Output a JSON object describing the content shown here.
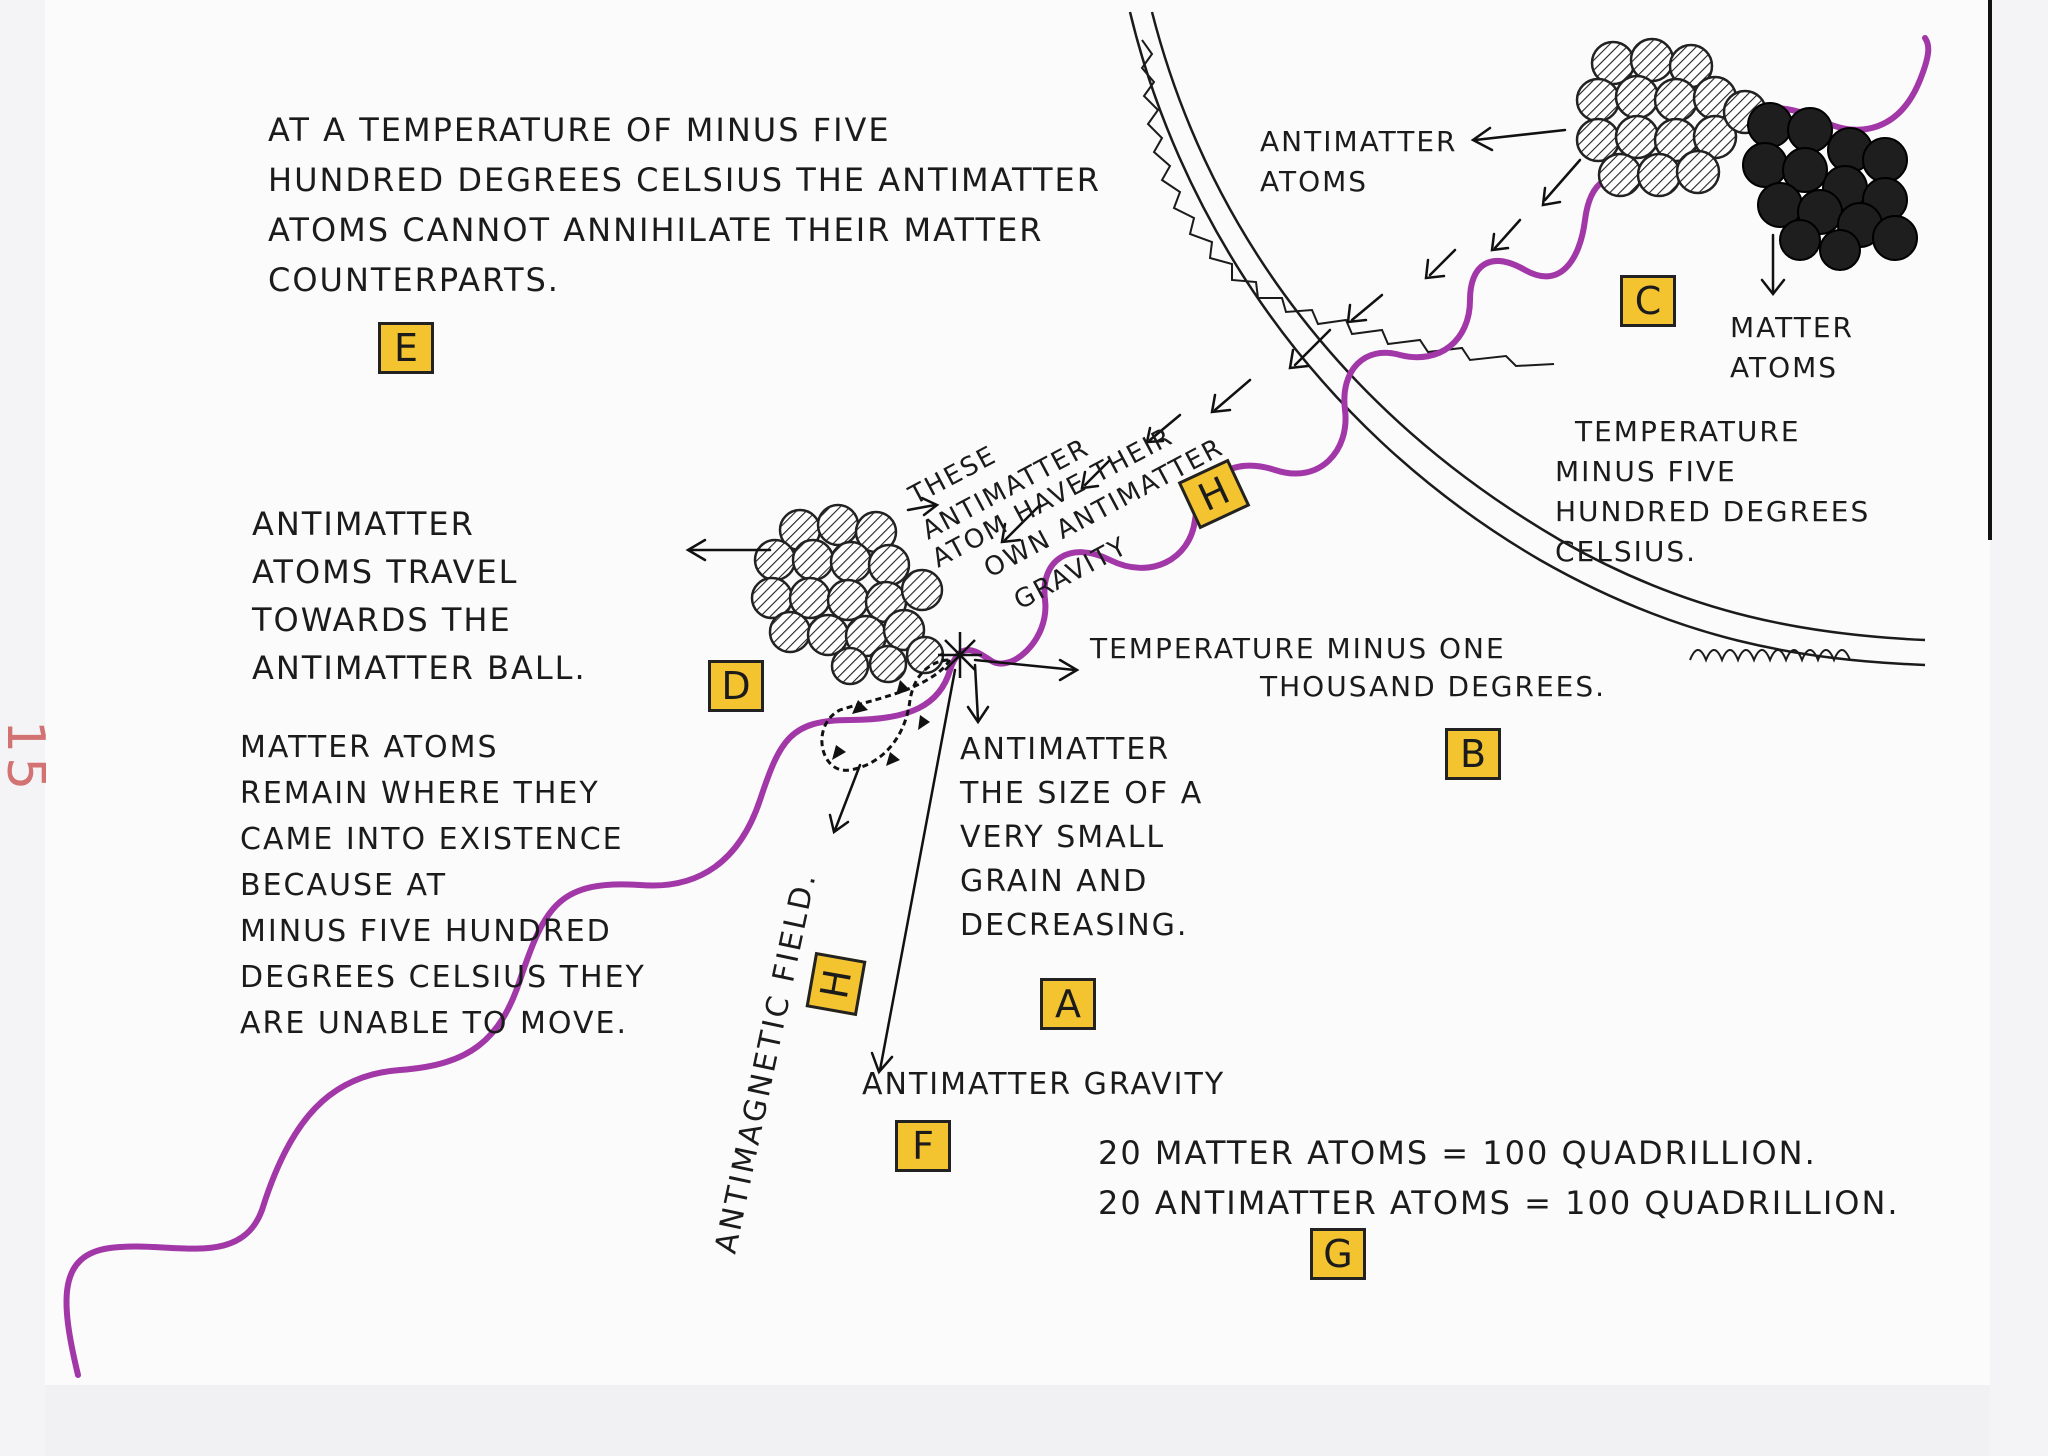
{
  "page_number": "15",
  "texts": {
    "e_caption": [
      "AT A TEMPERATURE OF MINUS FIVE",
      "HUNDRED DEGREES CELSIUS THE ANTIMATTER",
      "ATOMS CANNOT ANNIHILATE THEIR MATTER",
      "COUNTERPARTS."
    ],
    "antimatter_atoms_label": [
      "ANTIMATTER",
      "ATOMS"
    ],
    "matter_atoms_label": [
      "MATTER",
      "ATOMS"
    ],
    "temperature_c": [
      "TEMPERATURE",
      "MINUS FIVE",
      "HUNDRED DEGREES",
      "CELSIUS."
    ],
    "own_gravity": [
      "THESE",
      "ANTIMATTER",
      "ATOM HAVE THEIR",
      "OWN ANTIMATTER",
      "GRAVITY"
    ],
    "travel_d": [
      "ANTIMATTER",
      "ATOMS TRAVEL",
      "TOWARDS THE",
      "ANTIMATTER BALL."
    ],
    "temperature_b": [
      "TEMPERATURE MINUS ONE",
      "THOUSAND DEGREES."
    ],
    "matter_remain": [
      "MATTER ATOMS",
      "REMAIN WHERE THEY",
      "CAME INTO EXISTENCE",
      "BECAUSE AT",
      "MINUS FIVE HUNDRED",
      "DEGREES CELSIUS THEY",
      "ARE UNABLE TO MOVE."
    ],
    "antimatter_size": [
      "ANTIMATTER",
      "THE SIZE OF A",
      "VERY SMALL",
      "GRAIN AND",
      "DECREASING."
    ],
    "antimagnetic_field": "ANTIMAGNETIC FIELD.",
    "antimatter_gravity": "ANTIMATTER GRAVITY",
    "count_matter": "20 MATTER ATOMS = 100 QUADRILLION.",
    "count_antimatter": "20 ANTIMATTER ATOMS = 100 QUADRILLION."
  },
  "labels": {
    "a": "A",
    "b": "B",
    "c": "C",
    "d": "D",
    "e": "E",
    "f": "F",
    "g": "G",
    "h_upper": "H",
    "h_lower": "H"
  },
  "colors": {
    "wave": "#a237a8",
    "label_fill": "#f3c330",
    "ink": "#1b1b1b",
    "page_number": "#d27272"
  }
}
